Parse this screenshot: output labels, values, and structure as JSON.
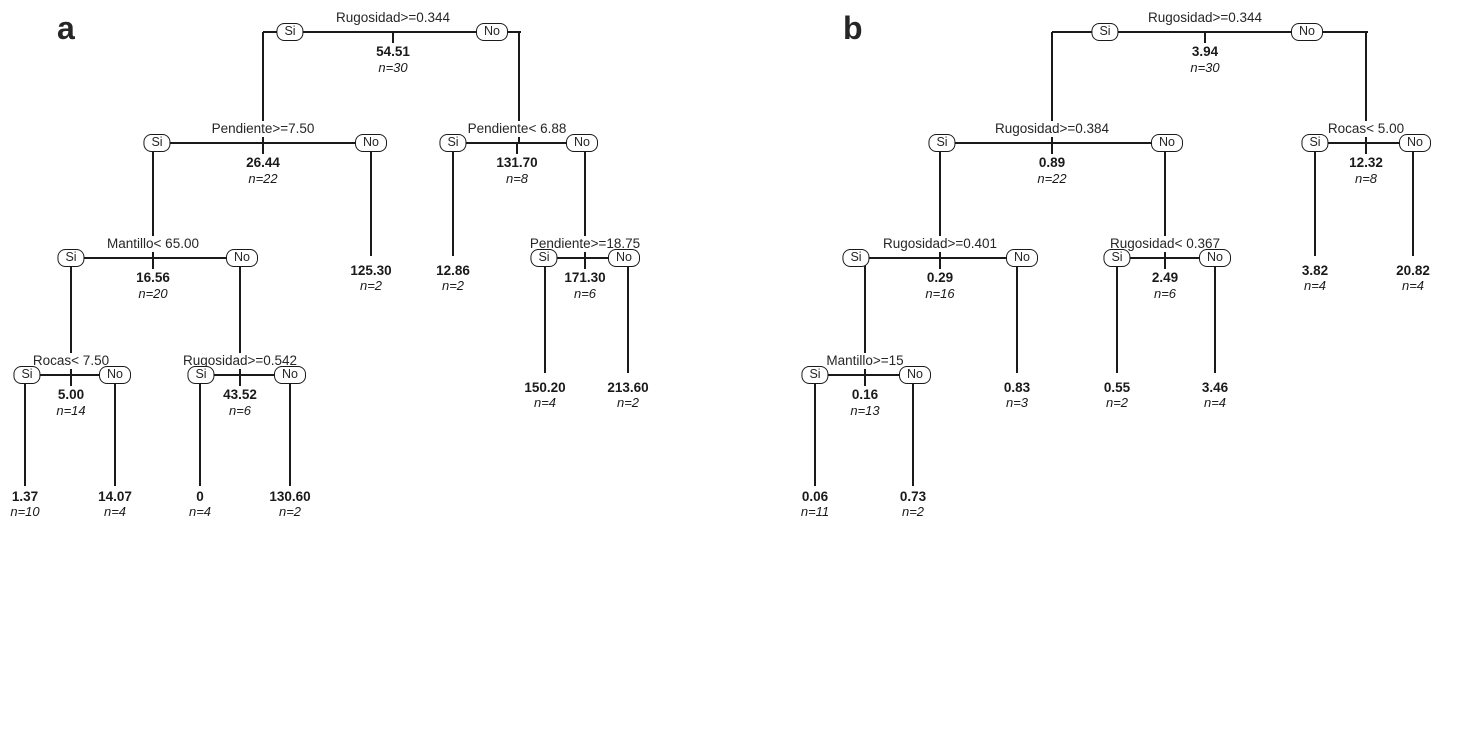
{
  "figure": {
    "panels": [
      {
        "label": "a",
        "splits": [
          {
            "condition": "Rugosidad>=0.344",
            "value": "54.51",
            "n": "n=30",
            "si": "Si",
            "no": "No"
          },
          {
            "condition": "Pendiente>=7.50",
            "value": "26.44",
            "n": "n=22",
            "si": "Si",
            "no": "No"
          },
          {
            "condition": "Pendiente< 6.88",
            "value": "131.70",
            "n": "n=8",
            "si": "Si",
            "no": "No"
          },
          {
            "condition": "Mantillo< 65.00",
            "value": "16.56",
            "n": "n=20",
            "si": "Si",
            "no": "No"
          },
          {
            "condition": "Pendiente>=18.75",
            "value": "171.30",
            "n": "n=6",
            "si": "Si",
            "no": "No"
          },
          {
            "condition": "Rocas< 7.50",
            "value": "5.00",
            "n": "n=14",
            "si": "Si",
            "no": "No"
          },
          {
            "condition": "Rugosidad>=0.542",
            "value": "43.52",
            "n": "n=6",
            "si": "Si",
            "no": "No"
          }
        ],
        "leaves": [
          {
            "value": "125.30",
            "n": "n=2"
          },
          {
            "value": "12.86",
            "n": "n=2"
          },
          {
            "value": "150.20",
            "n": "n=4"
          },
          {
            "value": "213.60",
            "n": "n=2"
          },
          {
            "value": "1.37",
            "n": "n=10"
          },
          {
            "value": "14.07",
            "n": "n=4"
          },
          {
            "value": "0",
            "n": "n=4"
          },
          {
            "value": "130.60",
            "n": "n=2"
          }
        ]
      },
      {
        "label": "b",
        "splits": [
          {
            "condition": "Rugosidad>=0.344",
            "value": "3.94",
            "n": "n=30",
            "si": "Si",
            "no": "No"
          },
          {
            "condition": "Rugosidad>=0.384",
            "value": "0.89",
            "n": "n=22",
            "si": "Si",
            "no": "No"
          },
          {
            "condition": "Rocas< 5.00",
            "value": "12.32",
            "n": "n=8",
            "si": "Si",
            "no": "No"
          },
          {
            "condition": "Rugosidad>=0.401",
            "value": "0.29",
            "n": "n=16",
            "si": "Si",
            "no": "No"
          },
          {
            "condition": "Rugosidad< 0.367",
            "value": "2.49",
            "n": "n=6",
            "si": "Si",
            "no": "No"
          },
          {
            "condition": "Mantillo>=15",
            "value": "0.16",
            "n": "n=13",
            "si": "Si",
            "no": "No"
          }
        ],
        "leaves": [
          {
            "value": "3.82",
            "n": "n=4"
          },
          {
            "value": "20.82",
            "n": "n=4"
          },
          {
            "value": "0.83",
            "n": "n=3"
          },
          {
            "value": "0.55",
            "n": "n=2"
          },
          {
            "value": "3.46",
            "n": "n=4"
          },
          {
            "value": "0.06",
            "n": "n=11"
          },
          {
            "value": "0.73",
            "n": "n=2"
          }
        ]
      }
    ]
  }
}
